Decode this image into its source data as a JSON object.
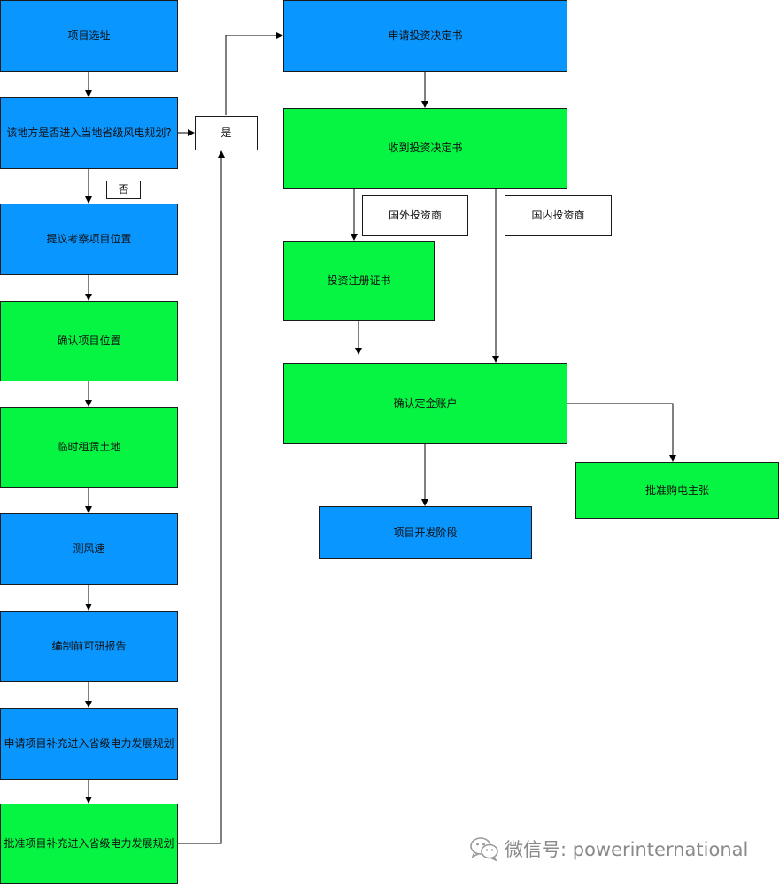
{
  "nodes": {
    "site_selection": "项目选址",
    "in_plan_question": "该地方是否进入当地省级风电规划?",
    "yes": "是",
    "no": "否",
    "propose_location": "提议考察项目位置",
    "confirm_location": "确认项目位置",
    "lease_land": "临时租赁土地",
    "measure_wind": "测风速",
    "feasibility_report": "编制前可研报告",
    "apply_supplement": "申请项目补充进入省级电力发展规划",
    "approve_supplement": "批准项目补充进入省级电力发展规划",
    "apply_decision": "申请投资决定书",
    "receive_decision": "收到投资决定书",
    "foreign_investor": "国外投资商",
    "domestic_investor": "国内投资商",
    "investment_certificate": "投资注册证书",
    "confirm_deposit": "确认定金账户",
    "dev_phase": "项目开发阶段",
    "approve_ppa": "批准购电主张"
  },
  "watermark": {
    "text": "微信号: powerinternational",
    "icon": "wechat-icon"
  },
  "colors": {
    "blue": "#0a96ff",
    "green": "#05f542",
    "line": "#000000"
  }
}
